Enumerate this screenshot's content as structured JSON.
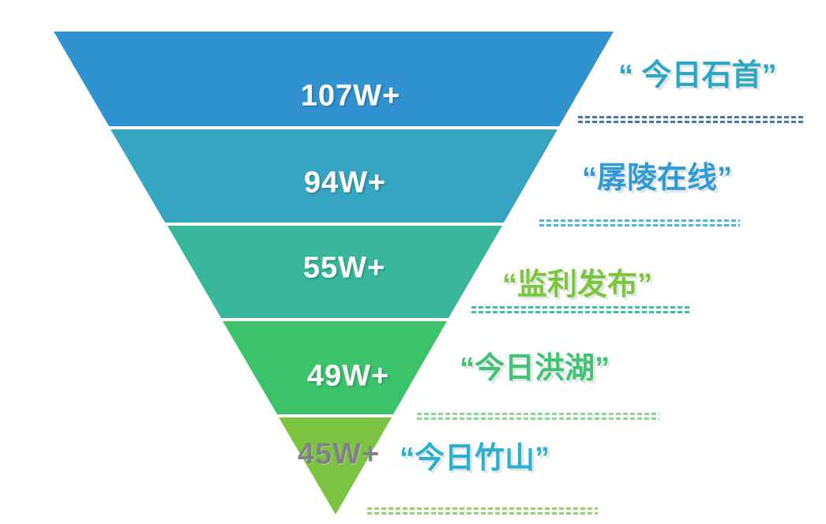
{
  "background_color": "#FFFFFF",
  "chart_data": {
    "type": "funnel",
    "orientation": "inverted-pyramid",
    "unit": "W+",
    "legend_position": "right",
    "segments": [
      {
        "value": 107,
        "value_label": "107W+",
        "account": "“ 今日石首”",
        "fill": "#3092CF",
        "value_color": "#FFFFFF",
        "label_color": "#2BA7C6",
        "dash_color": "#4377AE"
      },
      {
        "value": 94,
        "value_label": "94W+",
        "account": "“孱陵在线”",
        "fill": "#36A5C1",
        "value_color": "#FFFFFF",
        "label_color": "#2E9AD8",
        "dash_color": "#4FB3DC"
      },
      {
        "value": 55,
        "value_label": "55W+",
        "account": "“监利发布”",
        "fill": "#38B79C",
        "value_color": "#FFFFFF",
        "label_color": "#7CC63E",
        "dash_color": "#3DBFA0"
      },
      {
        "value": 49,
        "value_label": "49W+",
        "account": "“今日洪湖”",
        "fill": "#3AC36B",
        "value_color": "#FFFFFF",
        "label_color": "#3EC474",
        "dash_color": "#8BD98C"
      },
      {
        "value": 45,
        "value_label": "45W+",
        "account": "“今日竹山”",
        "fill": "#7CC342",
        "value_color": "#808285",
        "label_color": "#29B1D4",
        "dash_color": "#97D36C"
      }
    ]
  }
}
